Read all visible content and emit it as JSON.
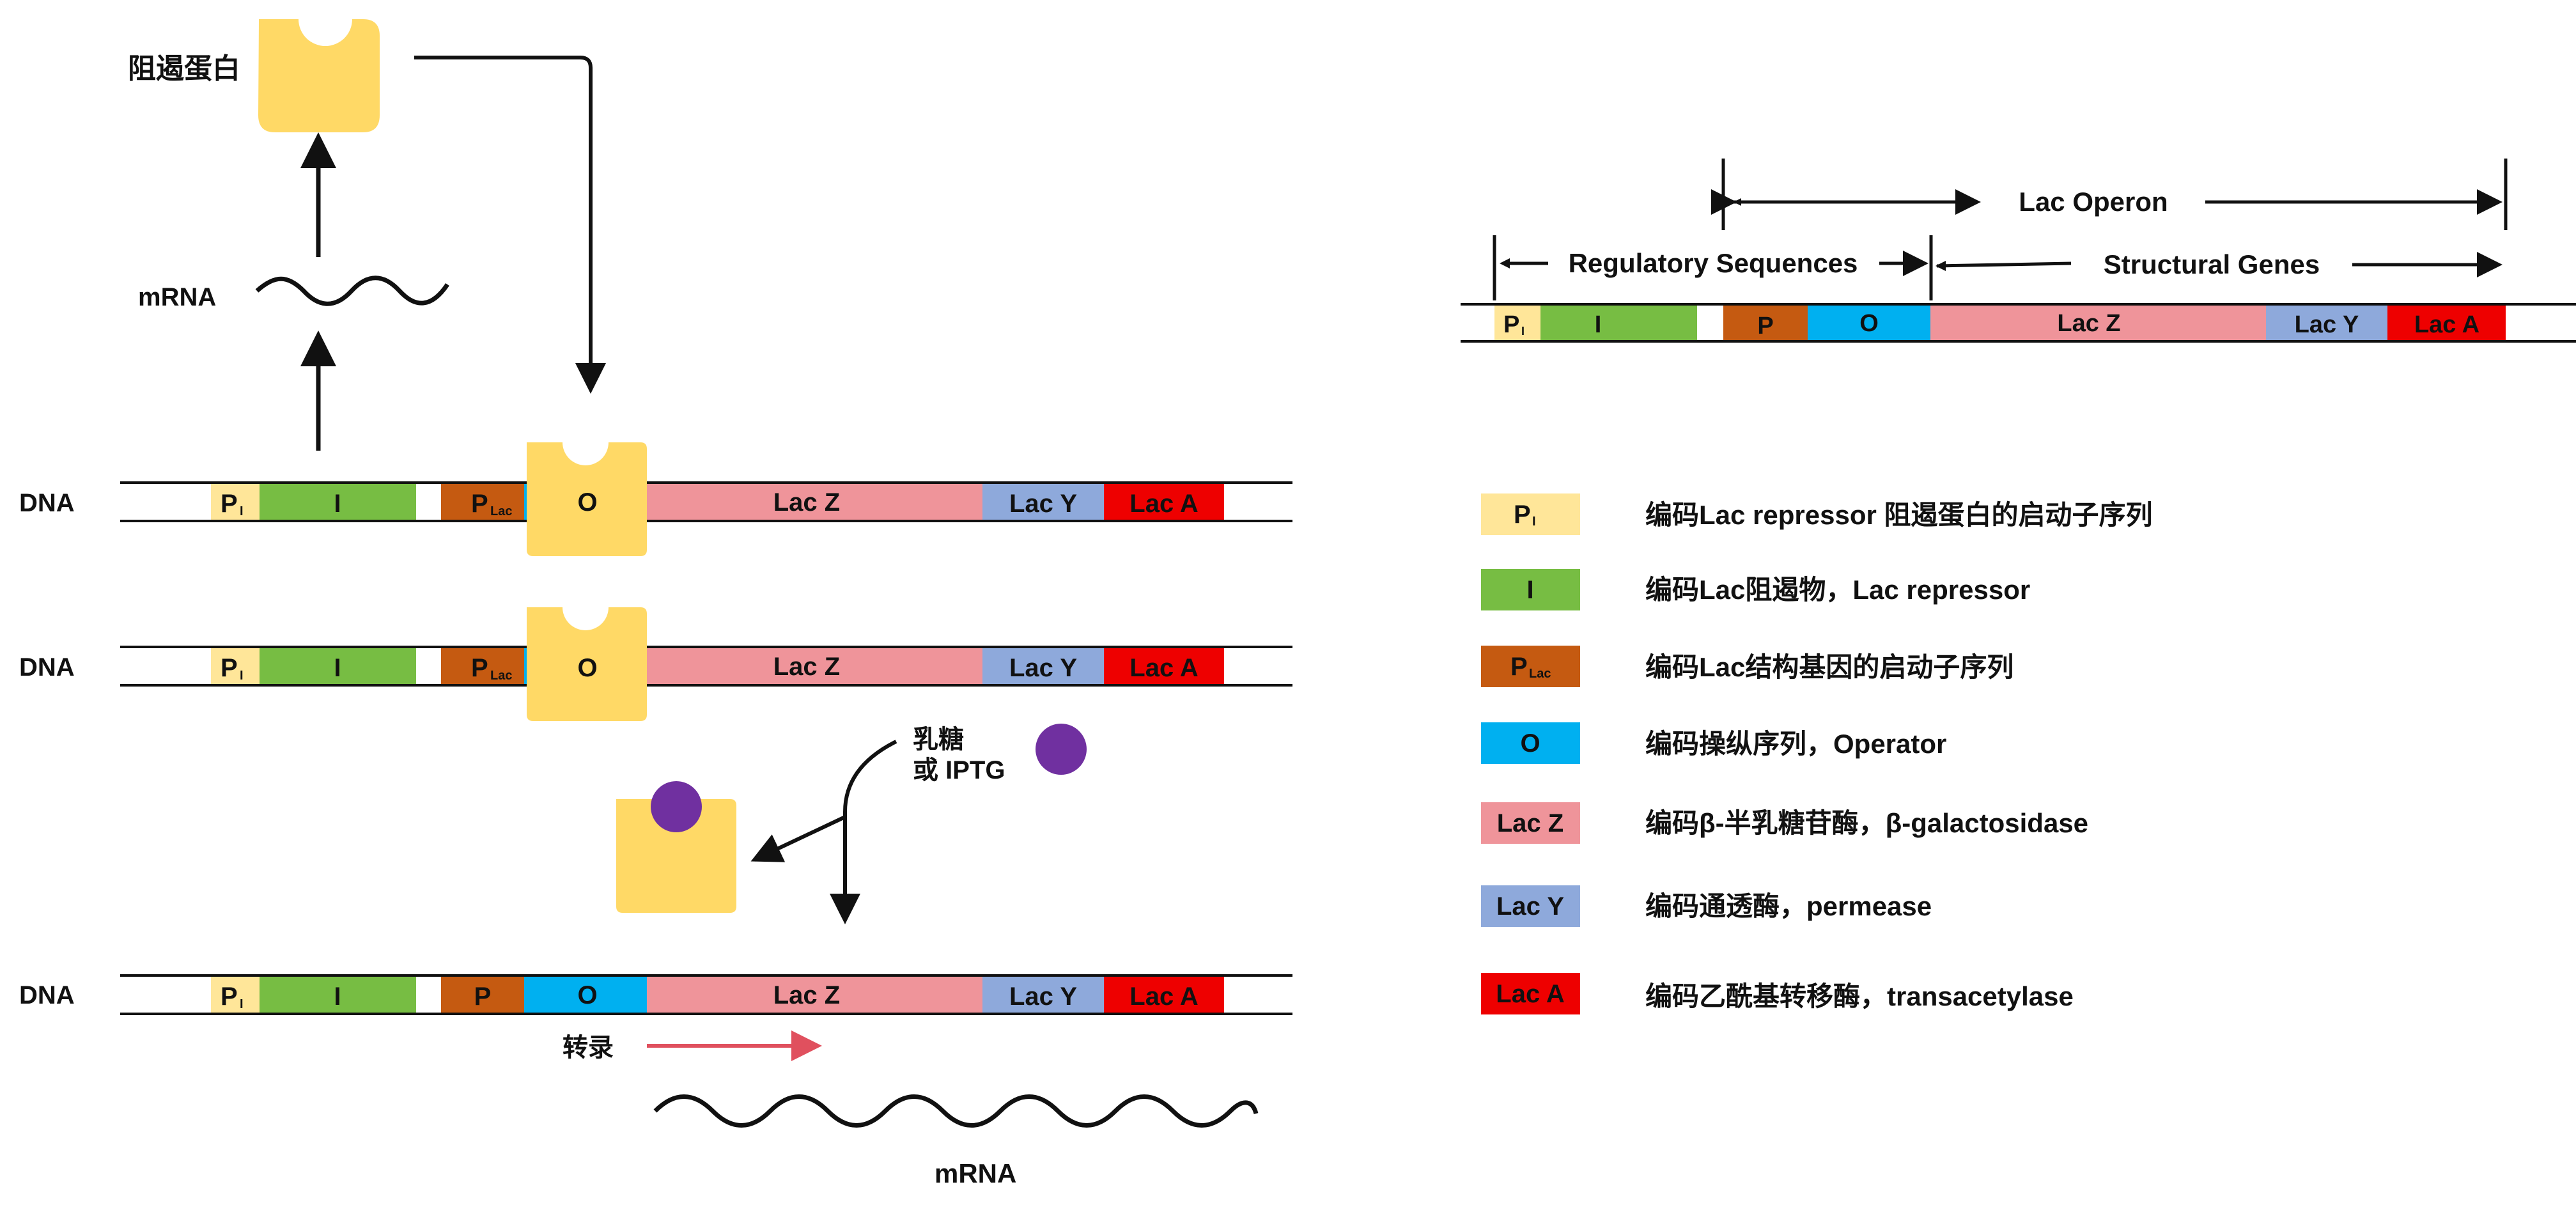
{
  "colors": {
    "promoter_i": "#FFE699",
    "gene_i": "#77BD43",
    "promoter_lac": "#C55A11",
    "operator": "#00B0F0",
    "lac_z": "#EF949A",
    "lac_y": "#8EA9DB",
    "lac_a": "#EE0000",
    "repressor": "#FFD966",
    "lactose": "#7030A0",
    "transcription_arrow": "#E0505E"
  },
  "labels": {
    "repressor": "阻遏蛋白",
    "mrna": "mRNA",
    "dna": "DNA",
    "lactose_line1": "乳糖",
    "lactose_line2": "或 IPTG",
    "transcription": "转录"
  },
  "genes": {
    "p_main": "P",
    "p_i_sub": "I",
    "i": "I",
    "p_lac_sub": "Lac",
    "p": "P",
    "o": "O",
    "lac_z": "Lac Z",
    "lac_y": "Lac Y",
    "lac_a": "Lac A"
  },
  "operon_map": {
    "lac_operon": "Lac Operon",
    "regulatory": "Regulatory Sequences",
    "structural": "Structural Genes"
  },
  "legend": [
    {
      "swatch": "P",
      "sub": "I",
      "text": "编码Lac repressor 阻遏蛋白的启动子序列"
    },
    {
      "swatch": "I",
      "sub": "",
      "text": "编码Lac阻遏物，Lac repressor"
    },
    {
      "swatch": "P",
      "sub": "Lac",
      "text": "编码Lac结构基因的启动子序列"
    },
    {
      "swatch": "O",
      "sub": "",
      "text": "编码操纵序列，Operator"
    },
    {
      "swatch": "Lac Z",
      "sub": "",
      "text": "编码β-半乳糖苷酶，β-galactosidase"
    },
    {
      "swatch": "Lac Y",
      "sub": "",
      "text": "编码通透酶，permease"
    },
    {
      "swatch": "Lac A",
      "sub": "",
      "text": "编码乙酰基转移酶，transacetylase"
    }
  ]
}
